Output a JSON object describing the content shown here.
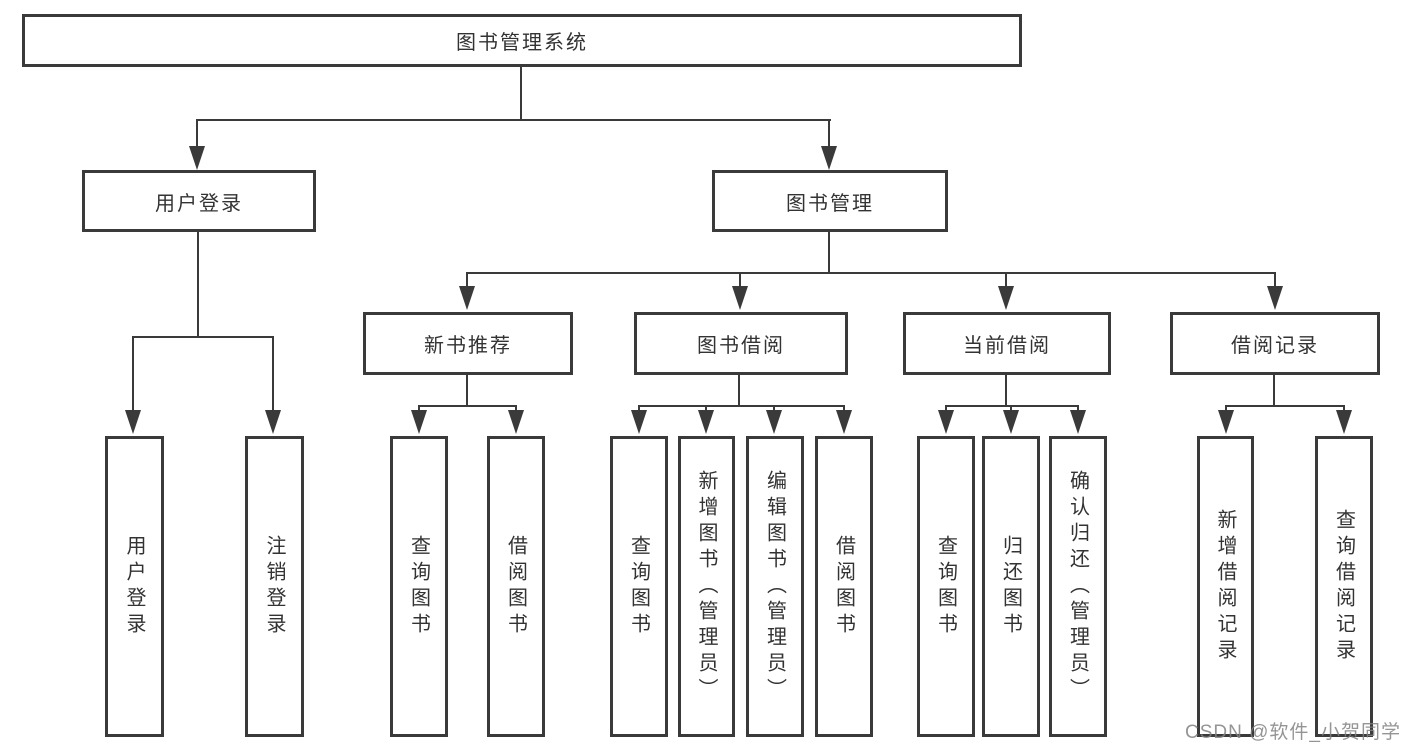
{
  "colors": {
    "line": "#3a3a3a",
    "text": "#333333",
    "background": "#ffffff",
    "watermark": "#828282"
  },
  "watermark": {
    "text": "CSDN @软件_小贺同学"
  },
  "tree": {
    "root": {
      "label": "图书管理系统",
      "children": [
        {
          "label": "用户登录",
          "children": [
            {
              "label": "用户登录"
            },
            {
              "label": "注销登录"
            }
          ]
        },
        {
          "label": "图书管理",
          "children": [
            {
              "label": "新书推荐",
              "children": [
                {
                  "label": "查询图书"
                },
                {
                  "label": "借阅图书"
                }
              ]
            },
            {
              "label": "图书借阅",
              "children": [
                {
                  "label": "查询图书"
                },
                {
                  "label": "新增图书（管理员）"
                },
                {
                  "label": "编辑图书（管理员）"
                },
                {
                  "label": "借阅图书"
                }
              ]
            },
            {
              "label": "当前借阅",
              "children": [
                {
                  "label": "查询图书"
                },
                {
                  "label": "归还图书"
                },
                {
                  "label": "确认归还（管理员）"
                }
              ]
            },
            {
              "label": "借阅记录",
              "children": [
                {
                  "label": "新增借阅记录"
                },
                {
                  "label": "查询借阅记录"
                }
              ]
            }
          ]
        }
      ]
    }
  }
}
